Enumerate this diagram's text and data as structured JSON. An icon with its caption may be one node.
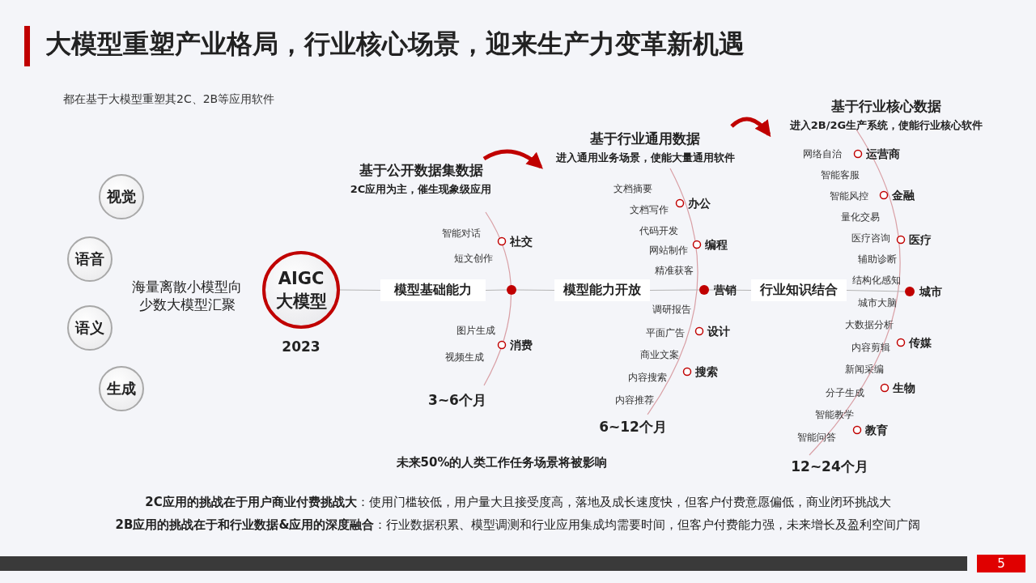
{
  "diagram": {
    "title": "大模型重塑产业格局，行业核心场景，迎来生产力变革新机遇",
    "nodes": [
      {
        "text": [
          "基于公开数据集数据",
          "2C应用为主，催生现象级应用"
        ]
      },
      {
        "text": [
          "基于行业通用数据",
          "进入通用业务场景，使能大量通用软件"
        ]
      },
      {
        "text": [
          "基于行业核心数据",
          "进入2B/2G生产系统，使能行业核心软件"
        ]
      },
      {
        "text": [
          "视觉"
        ]
      },
      {
        "text": [
          "语音"
        ]
      },
      {
        "text": [
          "语义"
        ]
      },
      {
        "text": [
          "生成"
        ]
      },
      {
        "text": [
          "AIGC 大模型"
        ],
        "beside": [
          "2023"
        ]
      },
      {
        "text": [
          "模型基础能力"
        ]
      },
      {
        "text": [],
        "shape": "circle"
      },
      {
        "text": [
          "模型能力开放"
        ]
      },
      {
        "text": [],
        "shape": "circle",
        "beside": [
          "营销"
        ]
      },
      {
        "text": [
          "行业知识结合"
        ]
      },
      {
        "text": [],
        "shape": "circle",
        "beside": [
          "城市"
        ]
      }
    ],
    "edges": [
      {
        "from": 0,
        "to": 1,
        "arrow": "to",
        "style": "thick",
        "color": "#c00000"
      },
      {
        "from": 1,
        "to": 2,
        "arrow": "to",
        "style": "thick",
        "color": "#c00000"
      },
      {
        "from": 7,
        "to": 8,
        "arrow": "none"
      },
      {
        "from": 8,
        "to": 9,
        "arrow": "none"
      },
      {
        "from": 9,
        "to": 10,
        "arrow": "none"
      },
      {
        "from": 10,
        "to": 11,
        "arrow": "none"
      },
      {
        "from": 11,
        "to": 12,
        "arrow": "none"
      },
      {
        "from": 12,
        "to": 13,
        "arrow": "none"
      }
    ],
    "labels": [
      "都在基于大模型重塑其2C、2B等应用软件",
      "海量离散小模型向少数大模型汇聚",
      "智能对话",
      "社交",
      "短文创作",
      "图片生成",
      "消费",
      "视频生成",
      "3~6个月",
      "文档摘要",
      "办公",
      "文档写作",
      "代码开发",
      "编程",
      "网站制作",
      "精准获客",
      "调研报告",
      "平面广告",
      "设计",
      "商业文案",
      "搜索",
      "内容搜索",
      "内容推荐",
      "6~12个月",
      "网络自治",
      "运营商",
      "智能客服",
      "智能风控",
      "金融",
      "量化交易",
      "医疗咨询",
      "医疗",
      "辅助诊断",
      "结构化感知",
      "城市大脑",
      "大数据分析",
      "内容剪辑",
      "传媒",
      "新闻采编",
      "分子生成",
      "生物",
      "智能教学",
      "智能问答",
      "教育",
      "未来50%的人类工作任务场景将被影响",
      "12~24个月",
      "**2C应用的挑战在于用户商业付费挑战大**：使用门槛较低，用户量大且接受度高，落地及成长速度快，但客户付费意愿偏低，商业闭环挑战大",
      "**2B应用的挑战在于和行业数据&应用的深度融合**：行业数据积累、模型调测和行业应用集成均需要时间，但客户付费能力强，未来增长及盈利空间广阔",
      "5"
    ]
  }
}
